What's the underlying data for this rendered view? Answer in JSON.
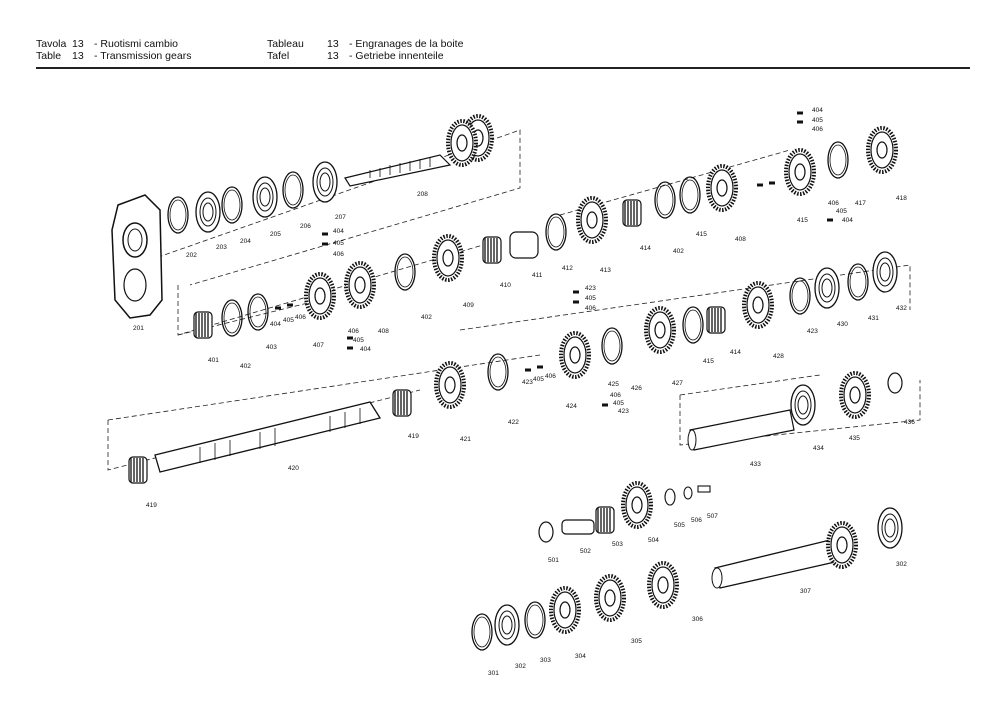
{
  "header": {
    "left": [
      {
        "word": "Tavola",
        "num": "13",
        "title": "- Ruotismi cambio"
      },
      {
        "word": "Table",
        "num": "13",
        "title": "- Transmission gears"
      }
    ],
    "right": [
      {
        "word": "Tableau",
        "num": "13",
        "title": "- Engranages de la boite"
      },
      {
        "word": "Tafel",
        "num": "13",
        "title": "- Getriebe innenteile"
      }
    ]
  },
  "parts": [
    "201",
    "202",
    "203",
    "204",
    "205",
    "206",
    "207",
    "208",
    "401",
    "402",
    "403",
    "404",
    "405",
    "406",
    "407",
    "408",
    "402",
    "409",
    "410",
    "411",
    "412",
    "413",
    "414",
    "402",
    "415",
    "408",
    "404",
    "405",
    "406",
    "404",
    "405",
    "406",
    "415",
    "406",
    "405",
    "404",
    "417",
    "418",
    "423",
    "405",
    "406",
    "406",
    "405",
    "404",
    "424",
    "425",
    "426",
    "427",
    "415",
    "414",
    "428",
    "423",
    "430",
    "431",
    "432",
    "423",
    "405",
    "406",
    "406",
    "405",
    "423",
    "419",
    "420",
    "419",
    "421",
    "422",
    "433",
    "434",
    "435",
    "436",
    "501",
    "502",
    "503",
    "504",
    "505",
    "506",
    "507",
    "301",
    "302",
    "303",
    "304",
    "305",
    "306",
    "307",
    "302"
  ]
}
